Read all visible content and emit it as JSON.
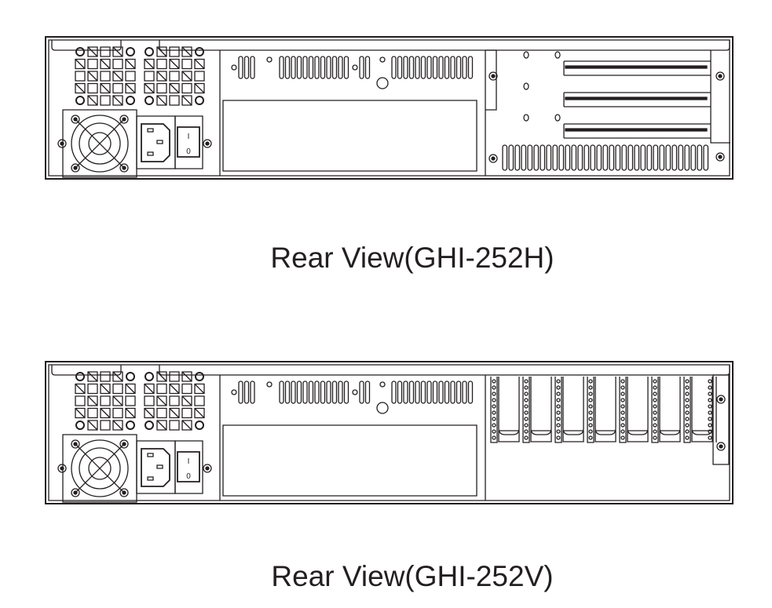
{
  "figures": [
    {
      "variant": "H",
      "caption": "Rear View(GHI-252H)",
      "expansion_slot_orientation": "horizontal",
      "switch_labels": [
        "I",
        "0"
      ]
    },
    {
      "variant": "V",
      "caption": "Rear View(GHI-252V)",
      "expansion_slot_orientation": "vertical",
      "switch_labels": [
        "I",
        "0"
      ]
    }
  ],
  "colors": {
    "line": "#231f20",
    "background": "#ffffff"
  }
}
